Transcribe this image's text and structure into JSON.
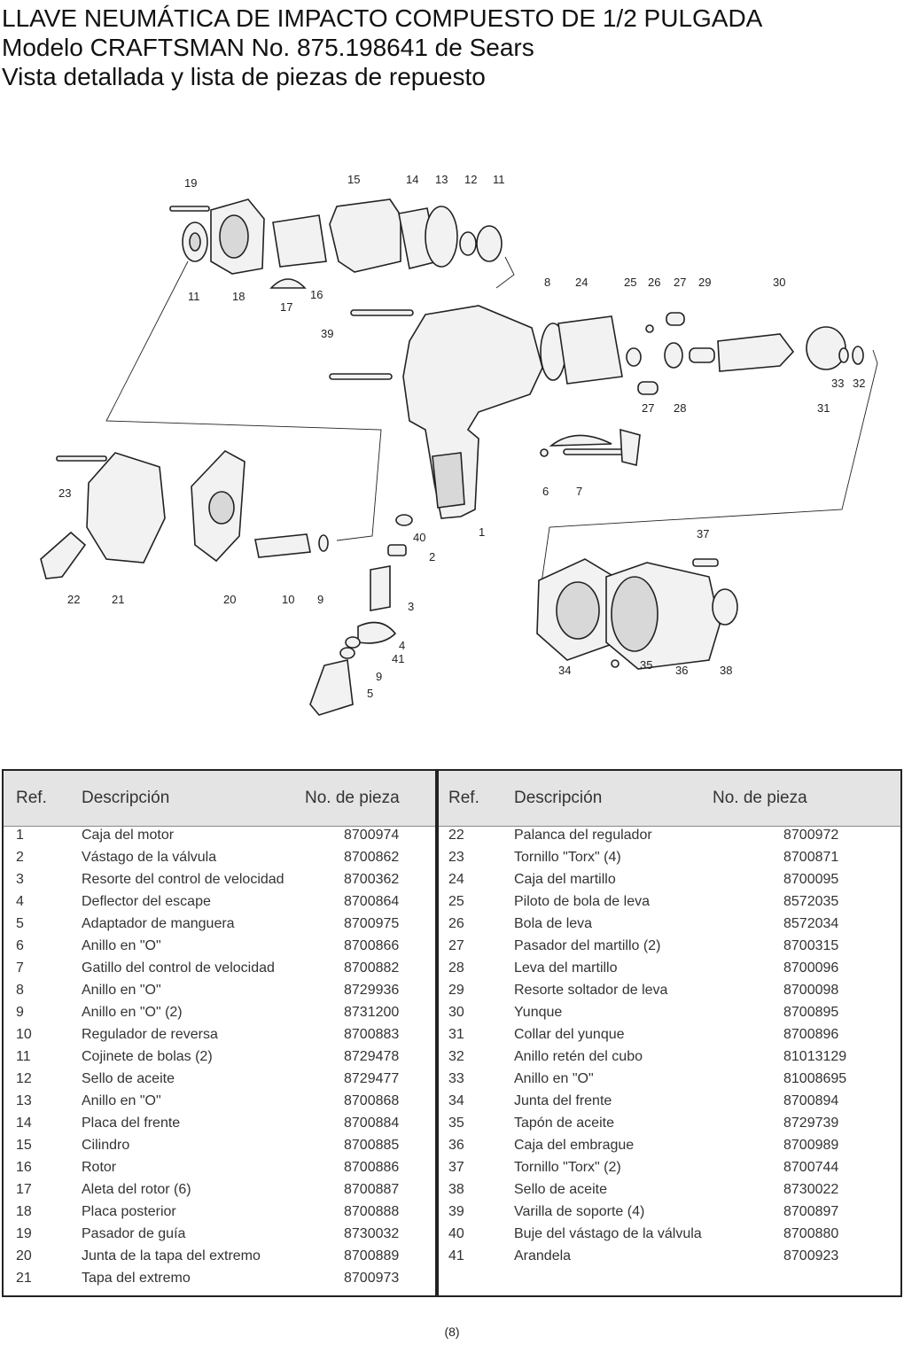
{
  "title": {
    "line1": "LLAVE NEUMÁTICA DE IMPACTO COMPUESTO DE 1/2 PULGADA",
    "line2": "Modelo CRAFTSMAN No. 875.198641 de Sears",
    "line3": "Vista detallada y lista de piezas de repuesto"
  },
  "diagram": {
    "callouts": [
      "19",
      "15",
      "14",
      "13",
      "12",
      "11",
      "11",
      "18",
      "17",
      "16",
      "8",
      "24",
      "25",
      "26",
      "27",
      "29",
      "30",
      "39",
      "33",
      "32",
      "27",
      "28",
      "31",
      "23",
      "6",
      "7",
      "22",
      "21",
      "20",
      "10",
      "9",
      "40",
      "1",
      "2",
      "37",
      "3",
      "4",
      "41",
      "9",
      "5",
      "34",
      "35",
      "36",
      "38"
    ]
  },
  "table": {
    "headers": {
      "ref": "Ref.",
      "desc": "Descripción",
      "part": "No. de pieza"
    },
    "left": [
      {
        "ref": "1",
        "desc": "Caja del motor",
        "part": "8700974"
      },
      {
        "ref": "2",
        "desc": "Vástago de la válvula",
        "part": "8700862"
      },
      {
        "ref": "3",
        "desc": "Resorte del control de velocidad",
        "part": "8700362"
      },
      {
        "ref": "4",
        "desc": "Deflector del escape",
        "part": "8700864"
      },
      {
        "ref": "5",
        "desc": "Adaptador de manguera",
        "part": "8700975"
      },
      {
        "ref": "6",
        "desc": "Anillo en \"O\"",
        "part": "8700866"
      },
      {
        "ref": "7",
        "desc": "Gatillo del control de velocidad",
        "part": "8700882"
      },
      {
        "ref": "8",
        "desc": "Anillo en \"O\"",
        "part": "8729936"
      },
      {
        "ref": "9",
        "desc": "Anillo en \"O\" (2)",
        "part": "8731200"
      },
      {
        "ref": "10",
        "desc": "Regulador de reversa",
        "part": "8700883"
      },
      {
        "ref": "11",
        "desc": "Cojinete de bolas (2)",
        "part": "8729478"
      },
      {
        "ref": "12",
        "desc": "Sello de aceite",
        "part": "8729477"
      },
      {
        "ref": "13",
        "desc": "Anillo en \"O\"",
        "part": "8700868"
      },
      {
        "ref": "14",
        "desc": "Placa del frente",
        "part": "8700884"
      },
      {
        "ref": "15",
        "desc": "Cilindro",
        "part": "8700885"
      },
      {
        "ref": "16",
        "desc": "Rotor",
        "part": "8700886"
      },
      {
        "ref": "17",
        "desc": "Aleta del rotor (6)",
        "part": "8700887"
      },
      {
        "ref": "18",
        "desc": "Placa posterior",
        "part": "8700888"
      },
      {
        "ref": "19",
        "desc": "Pasador de guía",
        "part": "8730032"
      },
      {
        "ref": "20",
        "desc": "Junta de la tapa del extremo",
        "part": "8700889"
      },
      {
        "ref": "21",
        "desc": "Tapa del extremo",
        "part": "8700973"
      }
    ],
    "right": [
      {
        "ref": "22",
        "desc": "Palanca del regulador",
        "part": "8700972"
      },
      {
        "ref": "23",
        "desc": "Tornillo \"Torx\" (4)",
        "part": "8700871"
      },
      {
        "ref": "24",
        "desc": "Caja del martillo",
        "part": "8700095"
      },
      {
        "ref": "25",
        "desc": "Piloto de bola de leva",
        "part": "8572035"
      },
      {
        "ref": "26",
        "desc": "Bola de leva",
        "part": "8572034"
      },
      {
        "ref": "27",
        "desc": "Pasador del martillo (2)",
        "part": "8700315"
      },
      {
        "ref": "28",
        "desc": "Leva del martillo",
        "part": "8700096"
      },
      {
        "ref": "29",
        "desc": "Resorte soltador de leva",
        "part": "8700098"
      },
      {
        "ref": "30",
        "desc": "Yunque",
        "part": "8700895"
      },
      {
        "ref": "31",
        "desc": "Collar del yunque",
        "part": "8700896"
      },
      {
        "ref": "32",
        "desc": "Anillo retén del cubo",
        "part": "81013129"
      },
      {
        "ref": "33",
        "desc": "Anillo en \"O\"",
        "part": "81008695"
      },
      {
        "ref": "34",
        "desc": "Junta del frente",
        "part": "8700894"
      },
      {
        "ref": "35",
        "desc": "Tapón de aceite",
        "part": "8729739"
      },
      {
        "ref": "36",
        "desc": "Caja del embrague",
        "part": "8700989"
      },
      {
        "ref": "37",
        "desc": "Tornillo \"Torx\" (2)",
        "part": "8700744"
      },
      {
        "ref": "38",
        "desc": "Sello de aceite",
        "part": "8730022"
      },
      {
        "ref": "39",
        "desc": "Varilla de soporte (4)",
        "part": "8700897"
      },
      {
        "ref": "40",
        "desc": "Buje del vástago de la válvula",
        "part": "8700880"
      },
      {
        "ref": "41",
        "desc": "Arandela",
        "part": "8700923"
      }
    ]
  },
  "page_number": "(8)"
}
